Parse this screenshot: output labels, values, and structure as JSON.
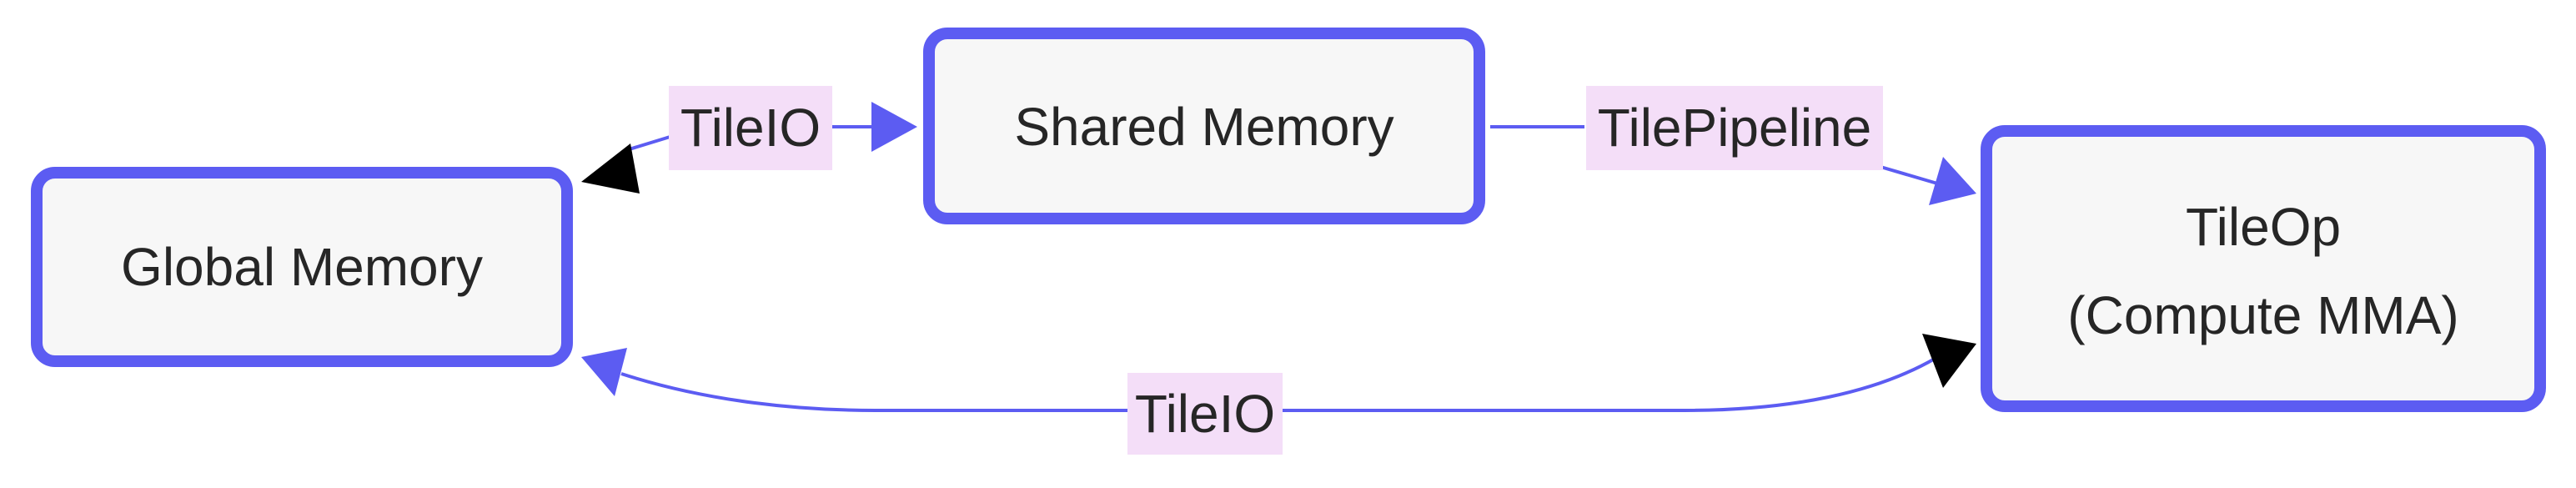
{
  "nodes": {
    "global_memory": {
      "label": "Global Memory"
    },
    "shared_memory": {
      "label": "Shared Memory"
    },
    "tile_op": {
      "line1": "TileOp",
      "line2": "(Compute MMA)"
    }
  },
  "edges": {
    "global_shared": {
      "label": "TileIO"
    },
    "shared_tileop": {
      "label": "TilePipeline"
    },
    "tileop_global": {
      "label": "TileIO"
    }
  },
  "colors": {
    "node_border": "#5c5cf2",
    "node_fill": "#f7f7f7",
    "edge": "#5c5cf2",
    "label_background": "#f4def8",
    "text": "#262626"
  }
}
